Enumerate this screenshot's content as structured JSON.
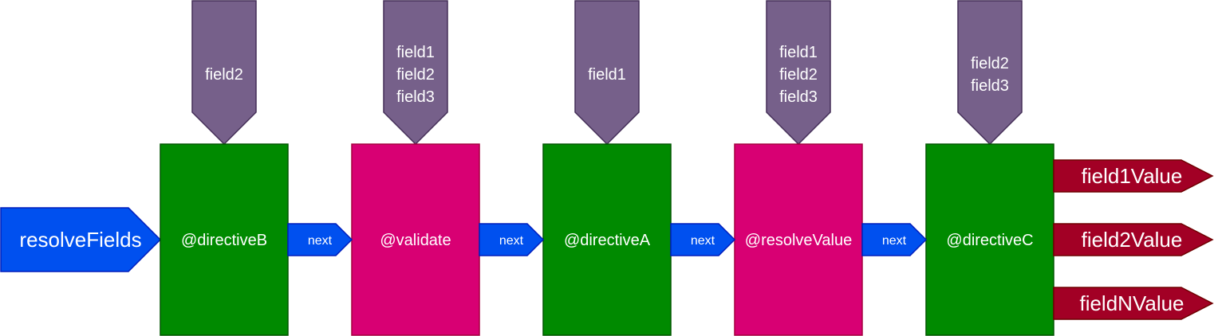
{
  "colors": {
    "green": "#008a00",
    "green_stroke": "#005700",
    "magenta": "#d80073",
    "magenta_stroke": "#a50040",
    "purple": "#76608a",
    "purple_stroke": "#432d57",
    "blue": "#0050ef",
    "blue_stroke": "#001dbc",
    "red": "#a20025",
    "red_stroke": "#6f0000"
  },
  "input": {
    "label": "resolveFields"
  },
  "directives": [
    {
      "label": "@directiveB",
      "color": "green",
      "fields": [
        "field2"
      ]
    },
    {
      "label": "@validate",
      "color": "magenta",
      "fields": [
        "field1",
        "field2",
        "field3"
      ]
    },
    {
      "label": "@directiveA",
      "color": "green",
      "fields": [
        "field1"
      ]
    },
    {
      "label": "@resolveValue",
      "color": "magenta",
      "fields": [
        "field1",
        "field2",
        "field3"
      ]
    },
    {
      "label": "@directiveC",
      "color": "green",
      "fields": [
        "field2",
        "field3"
      ]
    }
  ],
  "connectors": [
    {
      "label": "next"
    },
    {
      "label": "next"
    },
    {
      "label": "next"
    },
    {
      "label": "next"
    }
  ],
  "outputs": [
    {
      "label": "field1Value"
    },
    {
      "label": "field2Value"
    },
    {
      "label": "fieldNValue"
    }
  ]
}
